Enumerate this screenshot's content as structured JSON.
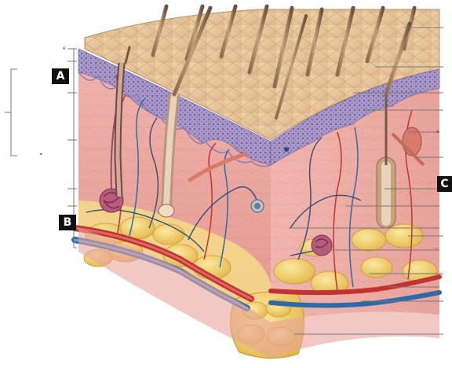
{
  "labels": {
    "a": "A",
    "b": "B",
    "c": "C"
  },
  "marks": {
    "left_top": "e",
    "left_dot": "•",
    "right_small1": "e",
    "right_small2": "ᵣᵤ"
  },
  "colors": {
    "surface": "#e7c9a0",
    "epidermis_purple": "#9c8cc0",
    "dermis_pink": "#e9a5a0",
    "fat_yellow": "#f1d36a",
    "artery_red": "#cc3a3a",
    "vein_blue": "#3f7fc0",
    "hair_brown": "#7a5a3e",
    "leader_line": "#777777"
  },
  "icons": {
    "badge": "black-square-label"
  }
}
